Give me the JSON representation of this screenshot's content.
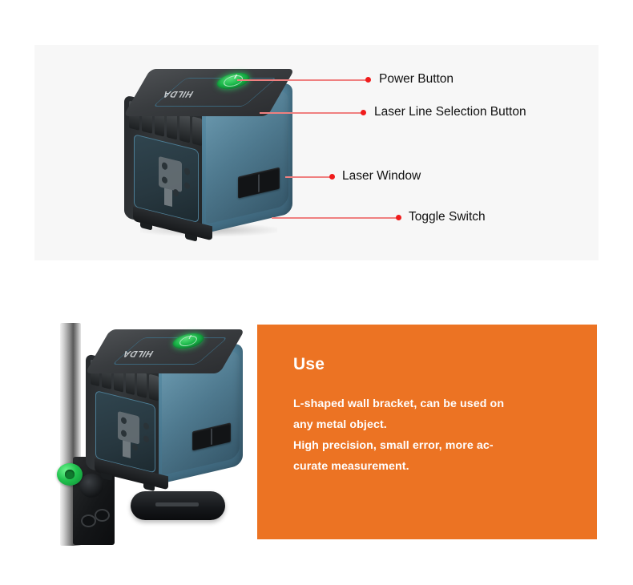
{
  "page": {
    "title": "HILDA Laser Level Product Infographic",
    "background_color": "#ffffff"
  },
  "top_section": {
    "panel_color": "#f7f7f7",
    "product": {
      "brand": "HILDA",
      "power_button_icon": "power-icon",
      "body_color": "#4a7a92",
      "frame_color": "#2a2d30",
      "indicator_color": "#19b648"
    },
    "callouts": [
      {
        "id": "power-button",
        "label": "Power Button"
      },
      {
        "id": "laser-line-selection",
        "label": "Laser Line Selection Button"
      },
      {
        "id": "laser-window",
        "label": "Laser Window"
      },
      {
        "id": "toggle-switch",
        "label": "Toggle Switch"
      }
    ],
    "callout_line_color": "#ef8080",
    "callout_dot_color": "#f01c1c",
    "callout_text_color": "#111111"
  },
  "bottom_section": {
    "mount_photo": {
      "brand": "HILDA",
      "knob_color": "#20c24e",
      "pole_color": "#8c8c8c",
      "bracket_color": "#15171a"
    },
    "use_panel": {
      "background_color": "#ec7323",
      "text_color": "#ffffff",
      "heading": "Use",
      "lines": [
        "L-shaped wall bracket, can be used on",
        "any metal object.",
        "High precision, small error, more ac-",
        "curate measurement."
      ]
    }
  }
}
